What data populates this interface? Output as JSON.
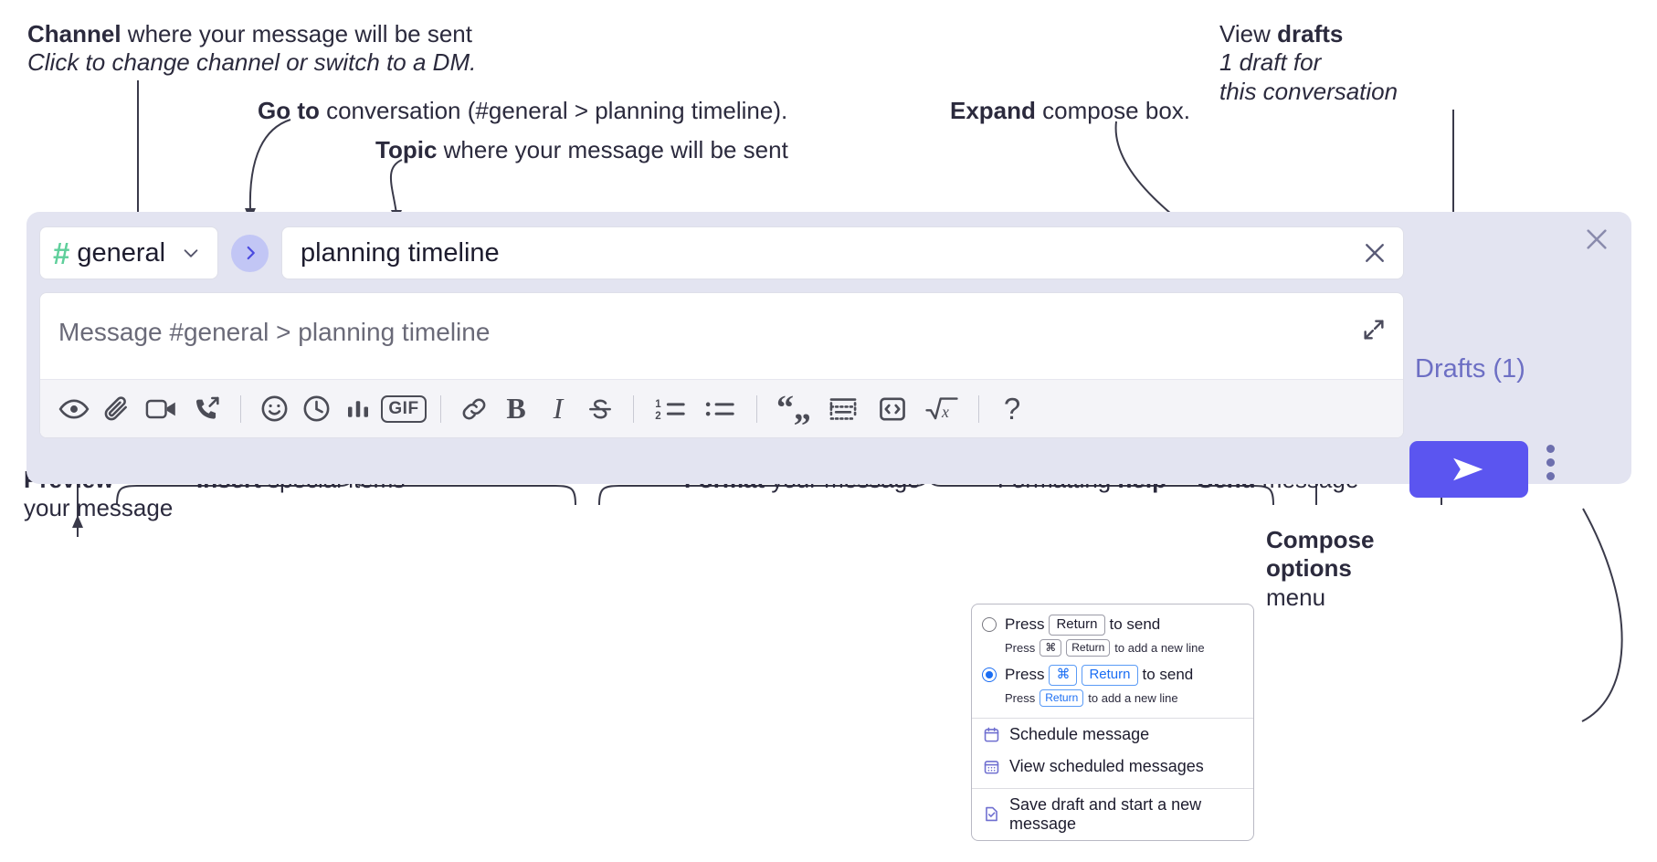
{
  "annotations": {
    "channel": {
      "bold": "Channel",
      "rest": " where your message will be sent",
      "italic": "Click to change channel or switch to a DM."
    },
    "goto": {
      "bold": "Go to",
      "rest": " conversation (#general > planning timeline)."
    },
    "topic": {
      "bold": "Topic",
      "rest": " where your message will be sent"
    },
    "expand": {
      "bold": "Expand",
      "rest": " compose box."
    },
    "drafts": {
      "plain": "View ",
      "bold": "drafts",
      "italic1": "1 draft for",
      "italic2": "this conversation"
    },
    "preview": {
      "bold": "Preview",
      "rest": "your message"
    },
    "insert": {
      "bold": "Insert",
      "rest": " special items"
    },
    "format": {
      "bold": "Format",
      "rest": " your message"
    },
    "formatting_help": {
      "plain": "Formatting ",
      "bold": "help"
    },
    "send": {
      "bold": "Send",
      "rest": " message"
    },
    "compose_options": {
      "bold1": "Compose",
      "bold2": "options",
      "rest": "menu"
    }
  },
  "compose": {
    "channel_pill": {
      "hash": "#",
      "name": "general",
      "chevron": "chevron-down-icon"
    },
    "go_button": "go-to-conversation-icon",
    "topic": {
      "value": "planning timeline",
      "clear": "clear-icon"
    },
    "message": {
      "placeholder": "Message #general > planning timeline",
      "expand": "expand-icon"
    },
    "toolbar": [
      {
        "name": "preview-icon",
        "label": "Preview"
      },
      {
        "name": "attachment-icon",
        "label": "Attach file"
      },
      {
        "name": "video-icon",
        "label": "Record video clip"
      },
      {
        "name": "call-forward-icon",
        "label": "Huddle"
      },
      {
        "name": "emoji-icon",
        "label": "Emoji"
      },
      {
        "name": "clock-icon",
        "label": "Reminder"
      },
      {
        "name": "poll-icon",
        "label": "Poll"
      },
      {
        "name": "gif-icon",
        "label": "GIF"
      },
      {
        "name": "link-icon",
        "label": "Link"
      },
      {
        "name": "bold-icon",
        "label": "B"
      },
      {
        "name": "italic-icon",
        "label": "I"
      },
      {
        "name": "strikethrough-icon",
        "label": "S"
      },
      {
        "name": "ordered-list-icon",
        "label": "Ordered list"
      },
      {
        "name": "bulleted-list-icon",
        "label": "Bulleted list"
      },
      {
        "name": "blockquote-icon",
        "label": "Blockquote"
      },
      {
        "name": "code-block-icon",
        "label": "Code block"
      },
      {
        "name": "code-icon",
        "label": "Code"
      },
      {
        "name": "math-icon",
        "label": "Math"
      },
      {
        "name": "help-icon",
        "label": "?"
      }
    ],
    "right": {
      "close": "close-icon",
      "drafts_label": "Drafts (1)",
      "send": "send-icon",
      "kebab": "compose-options-icon"
    }
  },
  "menu": {
    "option1": {
      "selected": false,
      "pre": "Press",
      "key": "Return",
      "post": "to send",
      "sub_pre": "Press",
      "sub_key1": "⌘",
      "sub_key2": "Return",
      "sub_post": "to add a new line"
    },
    "option2": {
      "selected": true,
      "pre": "Press",
      "key1": "⌘",
      "key2": "Return",
      "post": "to send",
      "sub_pre": "Press",
      "sub_key": "Return",
      "sub_post": "to add a new line"
    },
    "items": [
      {
        "icon": "calendar-icon",
        "label": "Schedule message"
      },
      {
        "icon": "calendar-grid-icon",
        "label": "View scheduled messages"
      },
      {
        "icon": "save-draft-icon",
        "label": "Save draft and start a new message"
      }
    ]
  },
  "colors": {
    "accent": "#5b55f0",
    "compose_bg": "#e3e4f1",
    "hash_green": "#5fcf9b",
    "drafts_purple": "#6d6fc4",
    "radio_blue": "#1b6ef3",
    "menu_icon_purple": "#6f6fd0"
  }
}
